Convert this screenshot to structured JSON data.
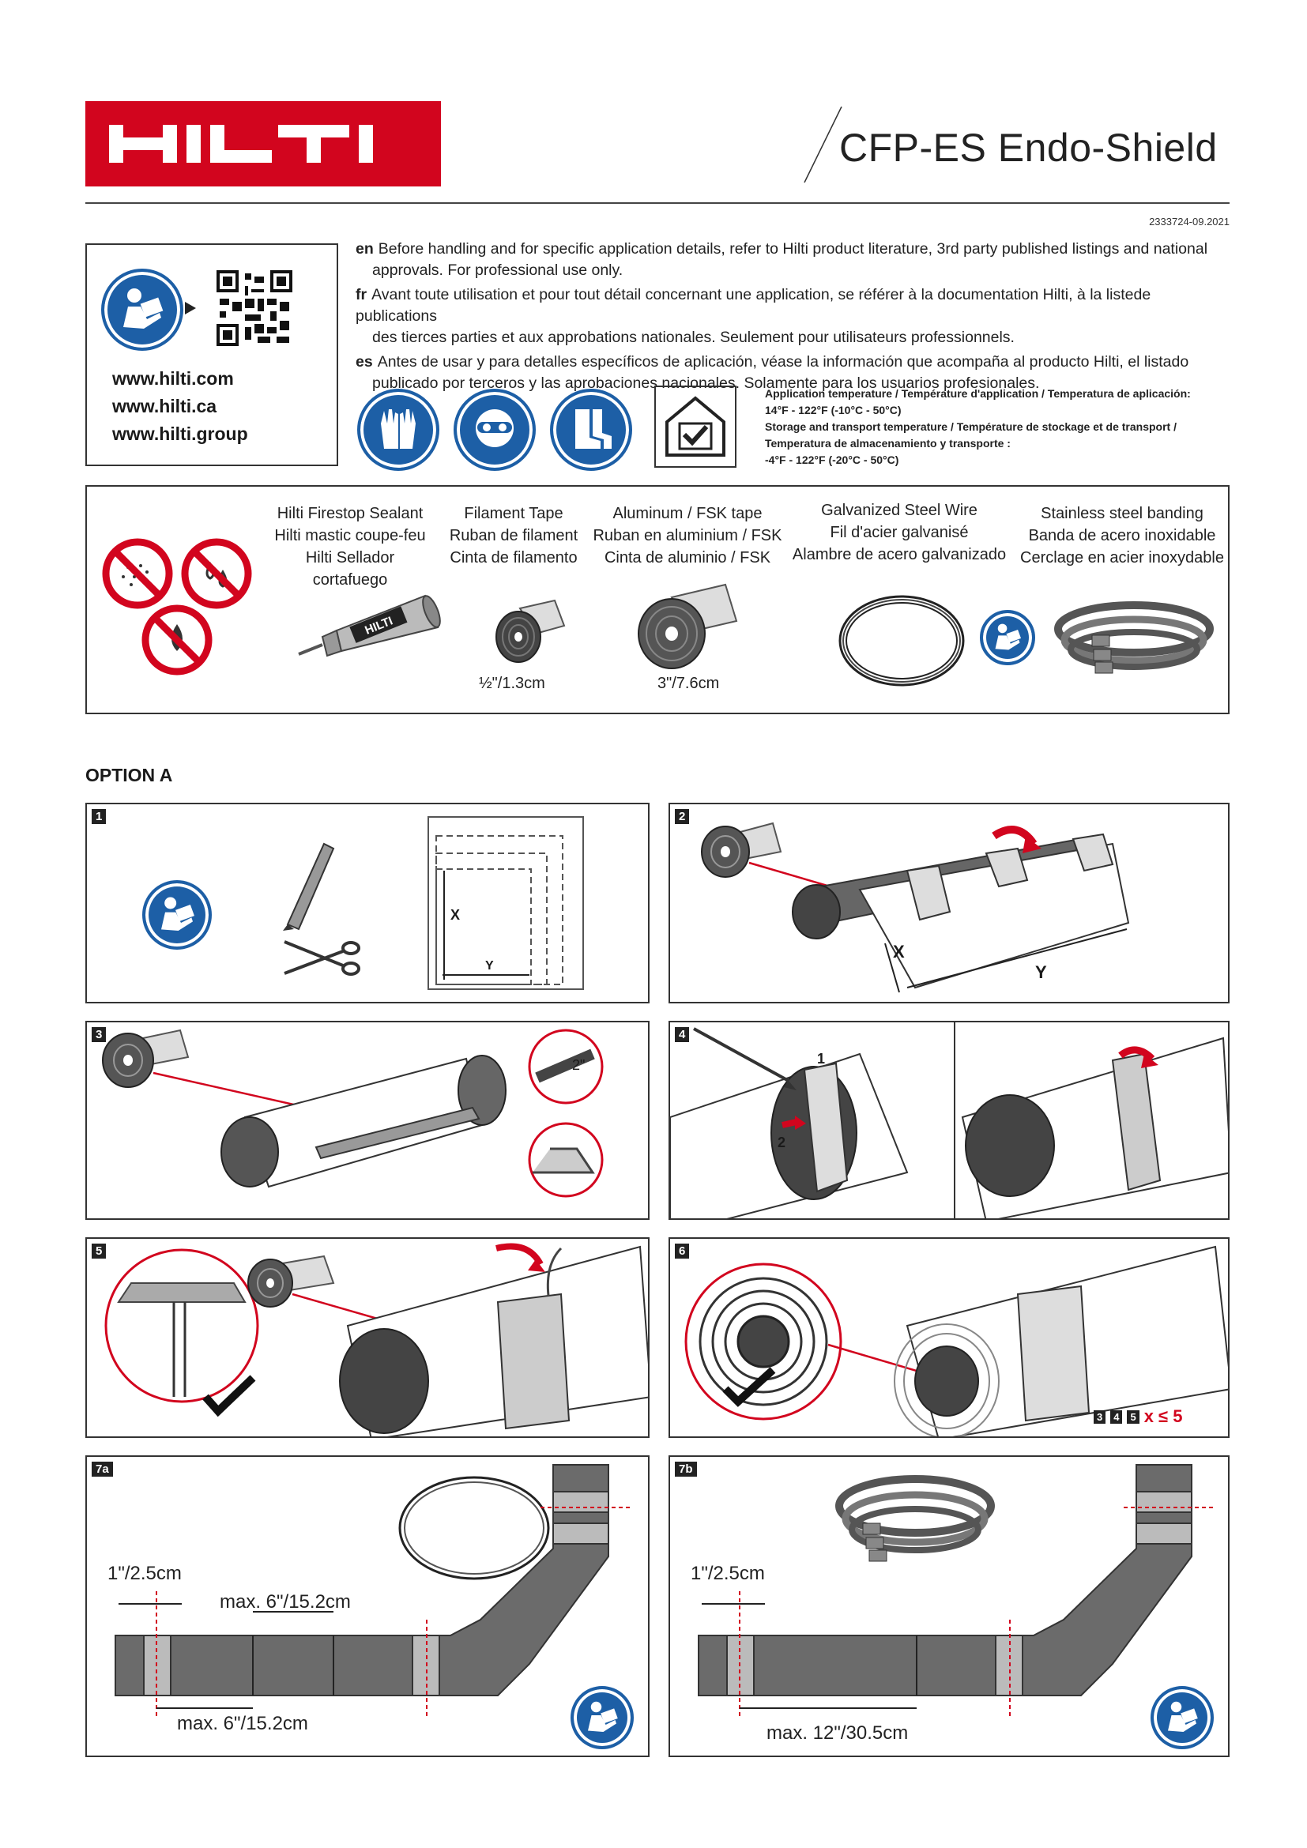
{
  "header": {
    "brand": "HILTI",
    "title": "CFP-ES Endo-Shield",
    "doc_number": "2333724-09.2021"
  },
  "info": {
    "urls": [
      "www.hilti.com",
      "www.hilti.ca",
      "www.hilti.group"
    ],
    "lang_en_code": "en",
    "lang_en_line1": "Before handling and for specific application details, refer to Hilti product literature, 3rd party published listings and national",
    "lang_en_line2": "approvals. For professional use only.",
    "lang_fr_code": "fr",
    "lang_fr_line1": "Avant toute utilisation et pour tout détail concernant une application, se référer à la documentation Hilti, à la listede publications",
    "lang_fr_line2": "des tierces parties et aux approbations nationales. Seulement pour utilisateurs professionnels.",
    "lang_es_code": "es",
    "lang_es_line1": "Antes de usar y para detalles específicos de aplicación, véase la información que acompaña al producto Hilti, el listado",
    "lang_es_line2": "publicado por terceros y las aprobaciones nacionales. Solamente para los usuarios profesionales.",
    "temp_line1": "Application temperature / Température d'application / Temperatura de aplicación:",
    "temp_line2": "14°F - 122°F    (-10°C - 50°C)",
    "temp_line3": "Storage and transport temperature / Température de stockage et de transport /",
    "temp_line4": "Temperatura de almacenamiento y transporte :",
    "temp_line5": "-4°F - 122°F    (-20°C - 50°C)"
  },
  "materials": {
    "sealant": [
      "Hilti Firestop Sealant",
      "Hilti mastic coupe-feu",
      "Hilti Sellador cortafuego"
    ],
    "filament": [
      "Filament Tape",
      "Ruban de filament",
      "Cinta de filamento"
    ],
    "aluminum": [
      "Aluminum / FSK tape",
      "Ruban en aluminium / FSK",
      "Cinta de aluminio / FSK"
    ],
    "wire": [
      "Galvanized Steel Wire",
      "Fil d'acier galvanisé",
      "Alambre de acero galvanizado"
    ],
    "banding": [
      "Stainless steel banding",
      "Banda de acero inoxidable",
      "Cerclage en acier inoxydable"
    ],
    "filament_size": "½\"/1.3cm",
    "aluminum_size": "3\"/7.6cm",
    "cartridge_text": "HILTI"
  },
  "option_title": "OPTION A",
  "steps": {
    "s1": "1",
    "s2": "2",
    "s3": "3",
    "s4": "4",
    "s5": "5",
    "s6": "6",
    "s7a": "7a",
    "s7b": "7b",
    "x_label": "X",
    "y_label": "Y",
    "s3_dim": "2\"",
    "s4_one": "1",
    "s4_two": "2",
    "s6_ref": [
      "3",
      "4",
      "5"
    ],
    "s6_rule": "x ≤ 5",
    "s7a_dim1": "1\"/2.5cm",
    "s7a_dim2": "max. 6\"/15.2cm",
    "s7a_dim3": "max. 6\"/15.2cm",
    "s7b_dim1": "1\"/2.5cm",
    "s7b_dim2": "max. 12\"/30.5cm"
  },
  "colors": {
    "brand_red": "#d2051e",
    "mandatory_blue": "#1d5fa6",
    "prohibit_red": "#d2051e"
  }
}
